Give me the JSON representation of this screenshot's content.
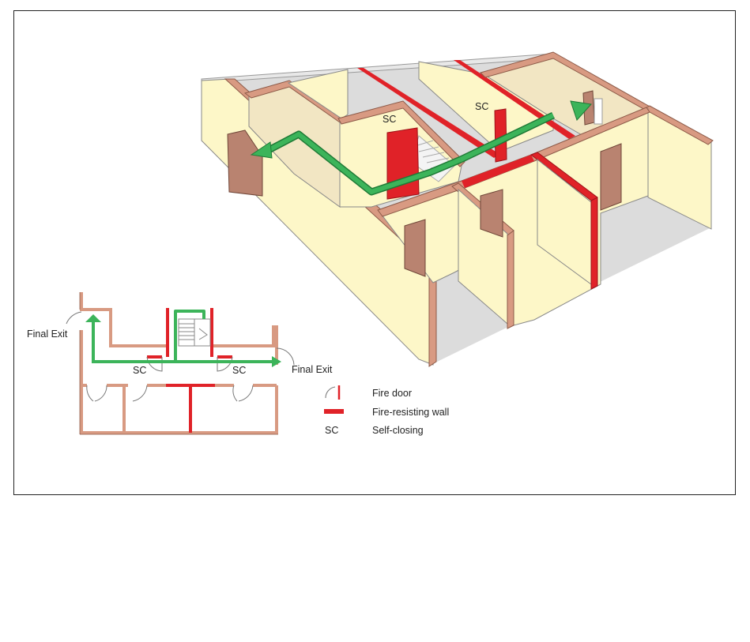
{
  "iso_view": {
    "sc_label_left": "SC",
    "sc_label_right": "SC"
  },
  "floor_plan": {
    "final_exit_left": "Final Exit",
    "final_exit_right": "Final Exit",
    "sc_left": "SC",
    "sc_right": "SC"
  },
  "legend": {
    "fire_door": "Fire door",
    "fire_resisting_wall": "Fire-resisting wall",
    "sc_abbrev": "SC",
    "self_closing": "Self-closing"
  },
  "colors": {
    "wall_edge": "#d89a82",
    "wall_face": "#fdf7c8",
    "wall_shade": "#f2e6c3",
    "floor": "#dcdcdc",
    "fire_wall": "#e02228",
    "escape_route": "#3cb45a",
    "door": "#b98370"
  }
}
